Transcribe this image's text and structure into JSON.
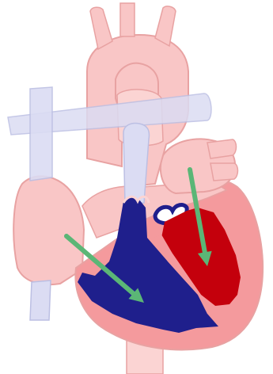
{
  "diagram": {
    "subject": "heart-cross-section",
    "arrow_count": 2,
    "arrows": [
      {
        "id": "right-ventricle-flow",
        "direction": "down-right"
      },
      {
        "id": "left-ventricle-flow",
        "direction": "down"
      }
    ]
  },
  "colors": {
    "background": "#ffffff",
    "heart_wall": "#f9c6c6",
    "heart_wall_light": "#fbd4d3",
    "outline": "#e8a2a2",
    "ventricle_wall": "#f49a9d",
    "ventricle_wall_dark": "#ee8c90",
    "vein_lilac": "#dbdcf3",
    "vein_outline": "#bcbfe3",
    "deoxygenated_blood": "#1f1f8c",
    "oxygenated_blood": "#c4000c",
    "arrow_green": "#5bb676"
  }
}
